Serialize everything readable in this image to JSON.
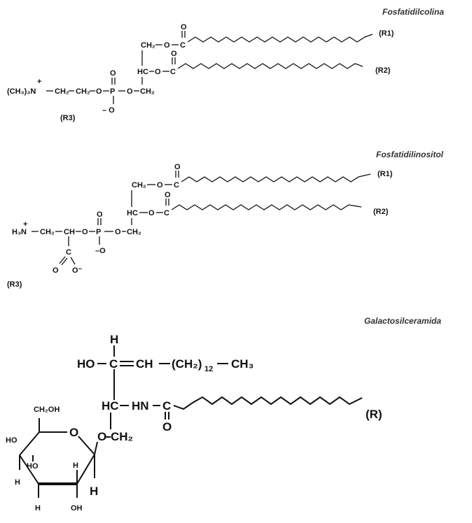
{
  "titles": {
    "pc": "Fosfatidilcolina",
    "pi": "Fosfatidilinositol",
    "gc": "Galactosilceramida"
  },
  "pc": {
    "headgroup": "(CH₃)₃N — CH₂—CH₂—O — P — O — CH₂",
    "plus": "+",
    "trimethyl": "(CH₃)₃N",
    "ch2a": "CH₂",
    "ch2b": "CH₂",
    "o1": "O",
    "p": "P",
    "o_top": "O",
    "o_bottom": "– O",
    "o2": "O",
    "ch2_glyc": "CH₂",
    "hc": "HC",
    "o_hc": "O",
    "ch2_top": "CH₂",
    "o_top_ester": "O",
    "c1": "C",
    "c1_o": "O",
    "c2": "C",
    "c2_o": "O",
    "r1": "(R1)",
    "r2": "(R2)",
    "r3": "(R3)"
  },
  "pi": {
    "plus": "+",
    "h3n": "H₃N",
    "ch2": "CH₂",
    "ch": "CH",
    "o1": "O",
    "p": "P",
    "o_top": "O",
    "o_bottom": "–O",
    "o2": "O",
    "ch2_glyc": "CH₂",
    "c_carb": "C",
    "o_carb1": "O",
    "o_carb2": "O⁻",
    "hc": "HC",
    "o_hc": "O",
    "ch2_top": "CH₂",
    "o_top_ester": "O",
    "c1": "C",
    "c1_o": "O",
    "c2": "C",
    "c2_o": "O",
    "r1": "(R1)",
    "r2": "(R2)",
    "r3": "(R3)"
  },
  "gc": {
    "h_top": "H",
    "ho": "HO",
    "c_ho": "C",
    "ch_eq": "CH",
    "ch2_12": "(CH₂)",
    "sub12": "12",
    "ch3": "CH₃",
    "hc": "HC",
    "hn": "HN",
    "c_amide": "C",
    "o_amide": "O",
    "o_link": "O",
    "ch2_link": "CH₂",
    "r": "(R)",
    "sugar": {
      "ch2oh": "CH₂OH",
      "ring_o": "O",
      "ho_left": "HO",
      "ho_mid": "HO",
      "h_mid": "H",
      "h_left": "H",
      "h_bottom": "H",
      "oh_bottom": "OH",
      "h_right": "H"
    }
  }
}
